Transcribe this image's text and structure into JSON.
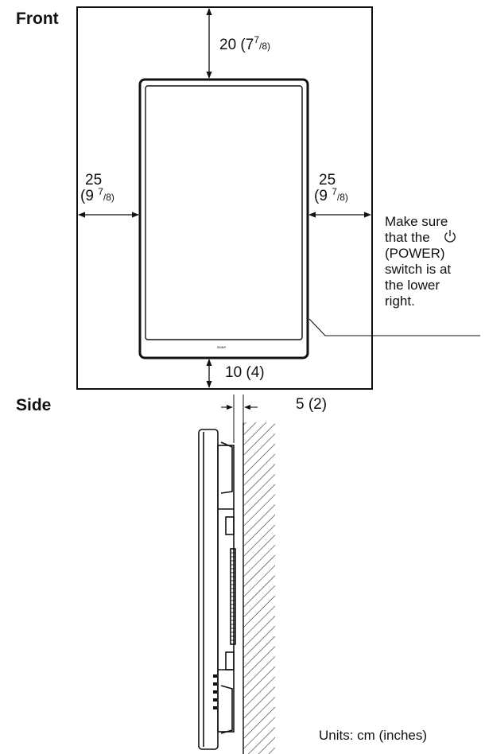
{
  "labels": {
    "front": "Front",
    "side": "Side",
    "units": "Units: cm (inches)"
  },
  "dimensions": {
    "top": {
      "value": "20 (7",
      "frac_num": "7",
      "frac_den": "8)"
    },
    "left": {
      "line1": "25",
      "line2_open": "(9 ",
      "frac_num": "7",
      "frac_den": "/8)"
    },
    "right": {
      "line1": "25",
      "line2_open": "(9 ",
      "frac_num": "7",
      "frac_den": "/8)"
    },
    "bottom": "10 (4)",
    "side_gap": "5 (2)"
  },
  "note": {
    "lines": [
      "Make sure",
      "that the",
      "(POWER)",
      "switch is at",
      "the lower",
      "right."
    ],
    "icon": "power-icon"
  },
  "logo_text": "SONY"
}
